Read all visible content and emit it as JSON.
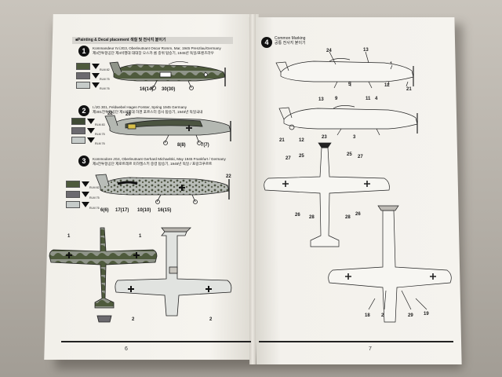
{
  "left_page": {
    "section_header": "■Painting & Decal placement 색칠 및 전사지 붙이기",
    "page_number": "6",
    "schemes": [
      {
        "number": "1",
        "caption_line1": "Kommandeur IV./JG3, Oberleutnant Oscar Romm, Mar, 1945 Prenzlau/Germany",
        "caption_line2": "제3전투항공단 제4비행대 대대장 오스카 롬 중위 탑승기, 1945년 독일/프렌츠라우",
        "swatch_labels": [
          "RLM 82",
          "RLM 75",
          "RLM 76"
        ],
        "callouts": [
          "16(14)",
          "30(30)"
        ]
      },
      {
        "number": "2",
        "caption_line1": "I./JG 301, Feldwebel Hagen Forster, Spring 1945 Germany",
        "caption_line2": "제301전투항공단 제1비행대 하겐 포르스터 중사 탑승기, 1945년 독일국내",
        "swatch_labels": [
          "RLM 83",
          "RLM 75",
          "RLM 76"
        ],
        "callouts": [
          "22",
          "20",
          "8(8)",
          "7(7)"
        ]
      },
      {
        "number": "3",
        "caption_line1": "Kommodore JG4, Oberleutnant Gerhard Michaelski, May 1945 Frankfurt / Germany",
        "caption_line2": "제4전투항공단 제로트레르 미하엘스키 중령 탑승기, 1945년 독일 / 프랑크푸르트",
        "swatch_labels": [
          "RLM 82",
          "RLM 75",
          "RLM 76"
        ],
        "callouts": [
          "22",
          "6(6)",
          "17(17)",
          "10(10)",
          "16(15)"
        ]
      }
    ],
    "plan_view_callouts": [
      "1",
      "1",
      "2",
      "2",
      "2"
    ]
  },
  "right_page": {
    "step_number": "4",
    "title_line1": "Common Marking",
    "title_line2": "공통 전사지 붙이기",
    "page_number": "7",
    "side_view_1_callouts": [
      "24",
      "13",
      "5",
      "12",
      "21",
      "1"
    ],
    "side_view_2_callouts": [
      "13",
      "9",
      "11",
      "4",
      "21",
      "12",
      "23",
      "3"
    ],
    "top_view_callouts": [
      "27",
      "25",
      "25",
      "27",
      "26",
      "28",
      "28",
      "26"
    ],
    "bottom_view_callouts": [
      "18",
      "29",
      "29",
      "19"
    ]
  },
  "colors": {
    "rlm82": "#4e5a3c",
    "rlm83": "#3f4a34",
    "rlm75": "#6c6a6f",
    "rlm76": "#c6cbc9",
    "page": "#f4f2ed",
    "ink": "#111111"
  }
}
